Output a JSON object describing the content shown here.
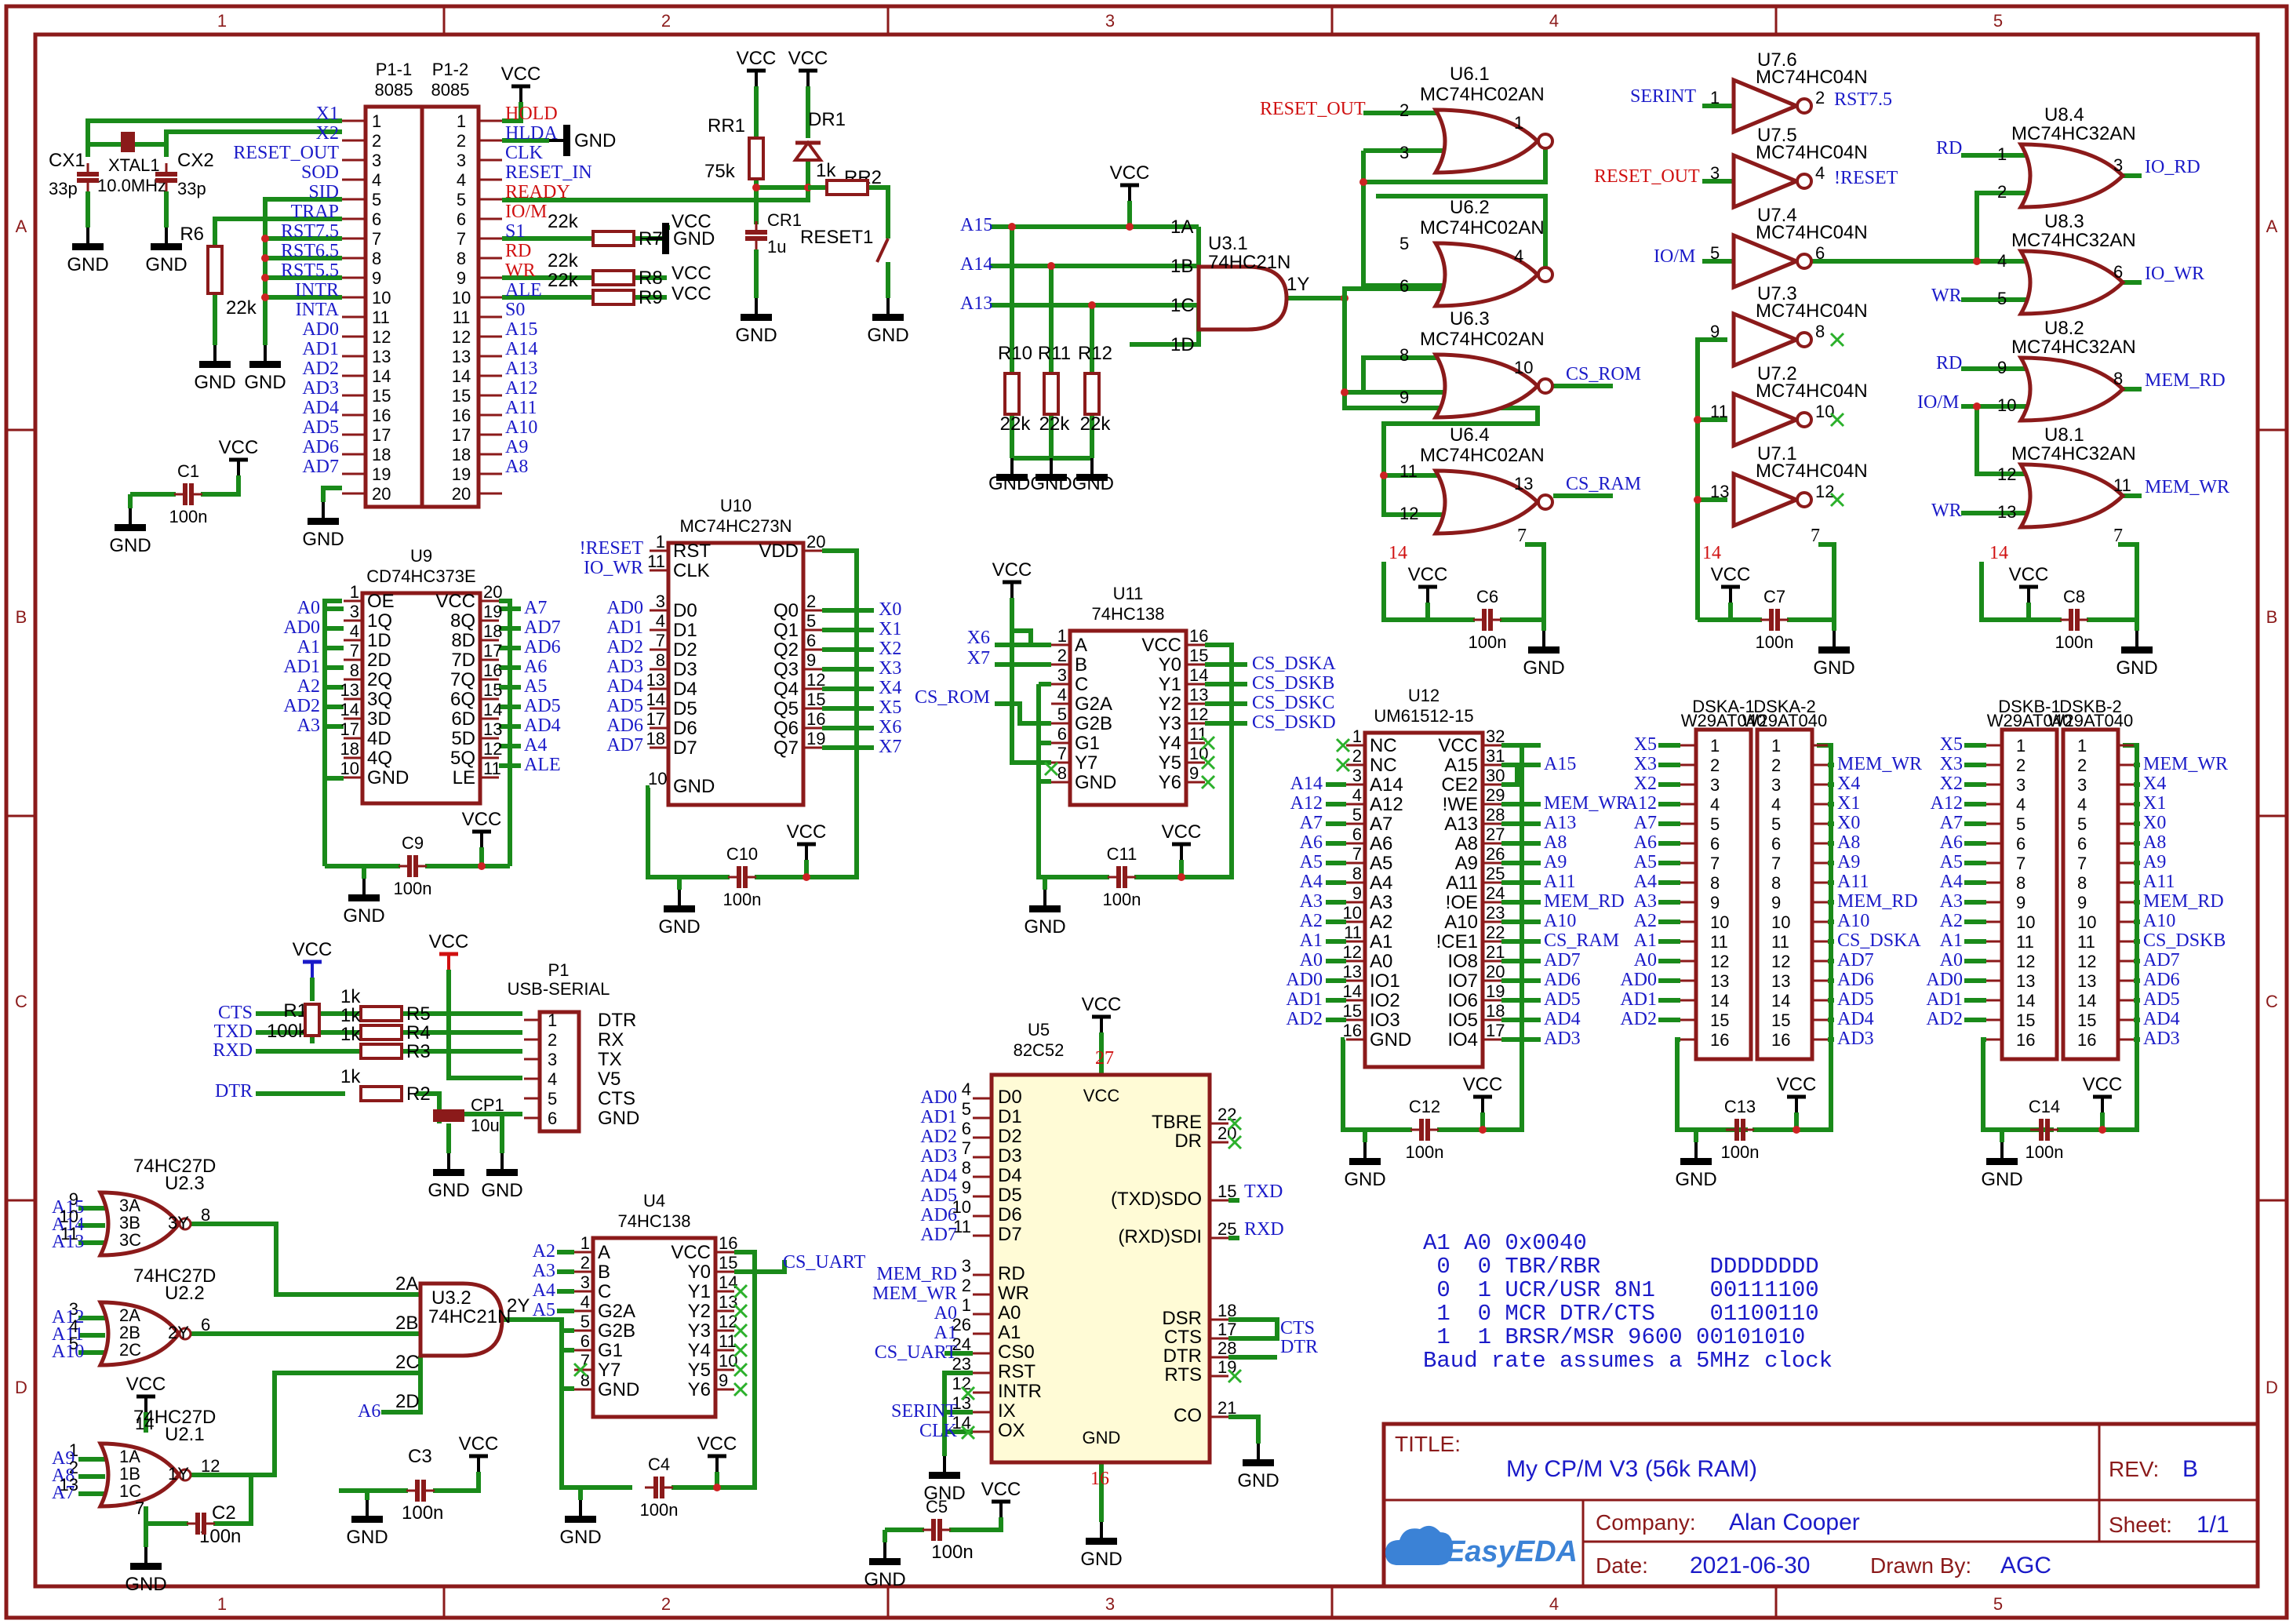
{
  "zones": {
    "columns": [
      "1",
      "2",
      "3",
      "4",
      "5"
    ],
    "rows": [
      "A",
      "B",
      "C",
      "D"
    ]
  },
  "title_block": {
    "title_label": "TITLE:",
    "title": "My CP/M V3 (56k RAM)",
    "rev_label": "REV:",
    "rev": "B",
    "company_label": "Company:",
    "company": "Alan Cooper",
    "sheet_label": "Sheet:",
    "sheet": "1/1",
    "date_label": "Date:",
    "date": "2021-06-30",
    "drawn_label": "Drawn By:",
    "drawn": "AGC",
    "logo": "EasyEDA"
  },
  "notes": {
    "lines": [
      "A1 A0 0x0040",
      " 0  0 TBR/RBR        DDDDDDDD",
      " 0  1 UCR/USR 8N1    00111100",
      " 1  0 MCR DTR/CTS    01100110",
      " 1  1 BRSR/MSR 9600 00101010",
      "Baud rate assumes a 5MHz clock"
    ]
  },
  "power": {
    "vcc": "VCC",
    "gnd": "GND"
  },
  "cpu": {
    "name_left": "P1-1",
    "name_right": "P1-2",
    "part": "8085",
    "left_pins": [
      "1",
      "2",
      "3",
      "4",
      "5",
      "6",
      "7",
      "8",
      "9",
      "10",
      "11",
      "12",
      "13",
      "14",
      "15",
      "16",
      "17",
      "18",
      "19",
      "20"
    ],
    "right_pins": [
      "1",
      "2",
      "3",
      "4",
      "5",
      "6",
      "7",
      "8",
      "9",
      "10",
      "11",
      "12",
      "13",
      "14",
      "15",
      "16",
      "17",
      "18",
      "19",
      "20"
    ],
    "left_nets": [
      "X1",
      "X2",
      "RESET_OUT",
      "SOD",
      "SID",
      "TRAP",
      "RST7.5",
      "RST6.5",
      "RST5.5",
      "INTR",
      "INTA",
      "AD0",
      "AD1",
      "AD2",
      "AD3",
      "AD4",
      "AD5",
      "AD6",
      "AD7",
      ""
    ],
    "right_nets": [
      "HOLD",
      "HLDA",
      "CLK",
      "RESET_IN",
      "READY",
      "IO/M",
      "S1",
      "RD",
      "WR",
      "ALE",
      "S0",
      "A15",
      "A14",
      "A13",
      "A12",
      "A11",
      "A10",
      "A9",
      "A8",
      ""
    ]
  },
  "crystal": {
    "cx1": "CX1",
    "cx1_val": "33p",
    "cx2": "CX2",
    "cx2_val": "33p",
    "xtal": "XTAL1",
    "xtal_val": "10.0MHz"
  },
  "r6": {
    "name": "R6",
    "val": "22k"
  },
  "r7": {
    "name": "R7",
    "val": "22k"
  },
  "r8": {
    "name": "R8",
    "val": "22k"
  },
  "r9": {
    "name": "R9",
    "val": "22k"
  },
  "c1": {
    "name": "C1",
    "val": "100n"
  },
  "reset": {
    "rr1": "RR1",
    "rr1_val": "75k",
    "dr1": "DR1",
    "cr1": "CR1",
    "cr1_val": "1u",
    "rr2": "RR2",
    "rr2_val": "1k",
    "sw": "RESET1"
  },
  "u3_1": {
    "name": "U3.1",
    "part": "74HC21N",
    "in_pins": [
      "1A",
      "1B",
      "1C",
      "1D"
    ],
    "out_pin": "1Y",
    "nets": [
      "A15",
      "A14",
      "A13"
    ],
    "r10": "R10",
    "r11": "R11",
    "r12": "R12",
    "r_val": "22k"
  },
  "u6": {
    "part": "MC74HC02AN",
    "gates": [
      {
        "name": "U6.1",
        "in": [
          "2",
          "3"
        ],
        "out": "1"
      },
      {
        "name": "U6.2",
        "in": [
          "5",
          "6"
        ],
        "out": "4"
      },
      {
        "name": "U6.3",
        "in": [
          "8",
          "9"
        ],
        "out": "10"
      },
      {
        "name": "U6.4",
        "in": [
          "11",
          "12"
        ],
        "out": "13"
      }
    ],
    "reset_out": "RESET_OUT",
    "cs_rom": "CS_ROM",
    "cs_ram": "CS_RAM",
    "vcc_pin": "14",
    "gnd_pin": "7",
    "c6": "C6",
    "c6_val": "100n"
  },
  "u7": {
    "part": "MC74HC04N",
    "gates": [
      {
        "name": "U7.6",
        "in": "1",
        "out": "2"
      },
      {
        "name": "U7.5",
        "in": "3",
        "out": "4"
      },
      {
        "name": "U7.4",
        "in": "5",
        "out": "6"
      },
      {
        "name": "U7.3",
        "in": "9",
        "out": "8"
      },
      {
        "name": "U7.2",
        "in": "11",
        "out": "10"
      },
      {
        "name": "U7.1",
        "in": "13",
        "out": "12"
      }
    ],
    "serint": "SERINT",
    "rst75": "RST7.5",
    "reset_out": "RESET_OUT",
    "nreset": "!RESET",
    "iom": "IO/M",
    "vcc_pin": "14",
    "gnd_pin": "7",
    "c7": "C7",
    "c7_val": "100n"
  },
  "u8": {
    "part": "MC74HC32AN",
    "gates": [
      {
        "name": "U8.4",
        "in": [
          "1",
          "2"
        ],
        "out": "3",
        "in_net": "RD",
        "out_net": "IO_RD"
      },
      {
        "name": "U8.3",
        "in": [
          "4",
          "5"
        ],
        "out": "6",
        "in_net": "WR",
        "out_net": "IO_WR"
      },
      {
        "name": "U8.2",
        "in": [
          "9",
          "10"
        ],
        "out": "8",
        "in_net": "RD",
        "in_net2": "IO/M",
        "out_net": "MEM_RD"
      },
      {
        "name": "U8.1",
        "in": [
          "12",
          "13"
        ],
        "out": "11",
        "in_net": "WR",
        "out_net": "MEM_WR"
      }
    ],
    "vcc_pin": "14",
    "gnd_pin": "7",
    "c8": "C8",
    "c8_val": "100n"
  },
  "u9": {
    "name": "U9",
    "part": "CD74HC373E",
    "left_pins": [
      "1",
      "3",
      "4",
      "7",
      "8",
      "13",
      "14",
      "17",
      "18"
    ],
    "left_labels": [
      "OE",
      "1Q",
      "1D",
      "2D",
      "2Q",
      "3Q",
      "3D",
      "4D",
      "4Q"
    ],
    "left_nets": [
      "A0",
      "AD0",
      "A1",
      "AD1",
      "A2",
      "AD2",
      "A3"
    ],
    "right_pins": [
      "20",
      "19",
      "18",
      "17",
      "16",
      "15",
      "14",
      "13",
      "12",
      "11"
    ],
    "right_labels": [
      "VCC",
      "8Q",
      "8D",
      "7D",
      "7Q",
      "6Q",
      "6D",
      "5D",
      "5Q",
      "LE"
    ],
    "right_nets": [
      "A7",
      "AD7",
      "AD6",
      "A6",
      "A5",
      "AD5",
      "AD4",
      "A4",
      "ALE"
    ],
    "gnd_pin": "10",
    "gnd_label": "GND",
    "c9": "C9",
    "c9_val": "100n"
  },
  "u10": {
    "name": "U10",
    "part": "MC74HC273N",
    "left_pins": [
      "1",
      "11",
      "3",
      "4",
      "7",
      "8",
      "13",
      "14",
      "17",
      "18"
    ],
    "left_labels": [
      "RST",
      "CLK",
      "D0",
      "D1",
      "D2",
      "D3",
      "D4",
      "D5",
      "D6",
      "D7"
    ],
    "left_nets": [
      "!RESET",
      "IO_WR",
      "AD0",
      "AD1",
      "AD2",
      "AD3",
      "AD4",
      "AD5",
      "AD6",
      "AD7"
    ],
    "right_pins": [
      "20",
      "2",
      "5",
      "6",
      "9",
      "12",
      "15",
      "16",
      "19"
    ],
    "right_labels": [
      "VDD",
      "Q0",
      "Q1",
      "Q2",
      "Q3",
      "Q4",
      "Q5",
      "Q6",
      "Q7"
    ],
    "right_nets": [
      "X0",
      "X1",
      "X2",
      "X3",
      "X4",
      "X5",
      "X6",
      "X7"
    ],
    "gnd_pin": "10",
    "gnd_label": "GND",
    "c10": "C10",
    "c10_val": "100n"
  },
  "u11": {
    "name": "U11",
    "part": "74HC138",
    "left_pins": [
      "1",
      "2",
      "3",
      "4",
      "5",
      "6",
      "7"
    ],
    "left_labels": [
      "A",
      "B",
      "C",
      "G2A",
      "G2B",
      "G1",
      "Y7"
    ],
    "left_nets": [
      "X6",
      "X7",
      "CS_ROM"
    ],
    "right_pins": [
      "16",
      "15",
      "14",
      "13",
      "12",
      "11",
      "10",
      "9"
    ],
    "right_labels": [
      "VCC",
      "Y0",
      "Y1",
      "Y2",
      "Y3",
      "Y4",
      "Y5",
      "Y6"
    ],
    "right_nets": [
      "CS_DSKA",
      "CS_DSKB",
      "CS_DSKC",
      "CS_DSKD"
    ],
    "gnd_pin": "8",
    "gnd_label": "GND",
    "c11": "C11",
    "c11_val": "100n"
  },
  "u12": {
    "name": "U12",
    "part": "UM61512-15",
    "left_pins": [
      "1",
      "2",
      "3",
      "4",
      "5",
      "6",
      "7",
      "8",
      "9",
      "10",
      "11",
      "12",
      "13",
      "14",
      "15",
      "16"
    ],
    "left_labels": [
      "NC",
      "NC",
      "A14",
      "A12",
      "A7",
      "A6",
      "A5",
      "A4",
      "A3",
      "A2",
      "A1",
      "A0",
      "IO1",
      "IO2",
      "IO3",
      "GND"
    ],
    "left_nets": [
      "",
      "",
      "A14",
      "A12",
      "A7",
      "A6",
      "A5",
      "A4",
      "A3",
      "A2",
      "A1",
      "A0",
      "AD0",
      "AD1",
      "AD2",
      ""
    ],
    "right_pins": [
      "32",
      "31",
      "30",
      "29",
      "28",
      "27",
      "26",
      "25",
      "24",
      "23",
      "22",
      "21",
      "20",
      "19",
      "18",
      "17"
    ],
    "right_labels": [
      "VCC",
      "A15",
      "CE2",
      "!WE",
      "A13",
      "A8",
      "A9",
      "A11",
      "!OE",
      "A10",
      "!CE1",
      "IO8",
      "IO7",
      "IO6",
      "IO5",
      "IO4"
    ],
    "right_nets": [
      "",
      "A15",
      "",
      "MEM_WR",
      "A13",
      "A8",
      "A9",
      "A11",
      "MEM_RD",
      "A10",
      "CS_RAM",
      "AD7",
      "AD6",
      "AD5",
      "AD4",
      "AD3"
    ],
    "c12": "C12",
    "c12_val": "100n"
  },
  "dska": {
    "name1": "DSKA-1",
    "name2": "DSKA-2",
    "part": "W29AT040",
    "left_nets": [
      "X5",
      "X3",
      "X2",
      "A12",
      "A7",
      "A6",
      "A5",
      "A4",
      "A3",
      "A2",
      "A1",
      "A0",
      "AD0",
      "AD1",
      "AD2",
      ""
    ],
    "right_nets": [
      "",
      "MEM_WR",
      "X4",
      "X1",
      "X0",
      "A8",
      "A9",
      "A11",
      "MEM_RD",
      "A10",
      "CS_DSKA",
      "AD7",
      "AD6",
      "AD5",
      "AD4",
      "AD3"
    ],
    "c13": "C13",
    "c13_val": "100n"
  },
  "dskb": {
    "name1": "DSKB-1",
    "name2": "DSKB-2",
    "part": "W29AT040",
    "left_nets": [
      "X5",
      "X3",
      "X2",
      "A12",
      "A7",
      "A6",
      "A5",
      "A4",
      "A3",
      "A2",
      "A1",
      "A0",
      "AD0",
      "AD1",
      "AD2",
      ""
    ],
    "right_nets": [
      "",
      "MEM_WR",
      "X4",
      "X1",
      "X0",
      "A8",
      "A9",
      "A11",
      "MEM_RD",
      "A10",
      "CS_DSKB",
      "AD7",
      "AD6",
      "AD5",
      "AD4",
      "AD3"
    ],
    "c14": "C14",
    "c14_val": "100n"
  },
  "usb": {
    "name": "P1",
    "part": "USB-SERIAL",
    "pins": [
      "1",
      "2",
      "3",
      "4",
      "5",
      "6"
    ],
    "labels": [
      "DTR",
      "RX",
      "TX",
      "V5",
      "CTS",
      "GND"
    ],
    "nets": [
      "CTS",
      "TXD",
      "RXD",
      "DTR"
    ],
    "r1": "R1",
    "r1_val": "100k",
    "r5": "R5",
    "r4": "R4",
    "r3": "R3",
    "r2": "R2",
    "r_val": "1k",
    "cp1": "CP1",
    "cp1_val": "10u"
  },
  "u2": {
    "part": "74HC27D",
    "gates": [
      {
        "name": "U2.3",
        "in": [
          "A15",
          "A14",
          "A13"
        ],
        "pins": [
          "9",
          "10",
          "11"
        ],
        "pin_labels": [
          "3A",
          "3B",
          "3C"
        ],
        "out_pin": "8",
        "out_label": "3Y"
      },
      {
        "name": "U2.2",
        "in": [
          "A12",
          "A11",
          "A10"
        ],
        "pins": [
          "3",
          "4",
          "5"
        ],
        "pin_labels": [
          "2A",
          "2B",
          "2C"
        ],
        "out_pin": "6",
        "out_label": "2Y"
      },
      {
        "name": "U2.1",
        "in": [
          "A9",
          "A8",
          "A7"
        ],
        "pins": [
          "1",
          "2",
          "13"
        ],
        "pin_labels": [
          "1A",
          "1B",
          "1C"
        ],
        "out_pin": "12",
        "out_label": "1Y"
      }
    ],
    "vcc_pin": "14",
    "gnd_pin": "7",
    "c2": "C2",
    "c2_val": "100n"
  },
  "u3_2": {
    "name": "U3.2",
    "part": "74HC21N",
    "in_pins": [
      "2A",
      "2B",
      "2C",
      "2D"
    ],
    "out_pin": "2Y",
    "a6": "A6",
    "c3": "C3",
    "c3_val": "100n"
  },
  "u4": {
    "name": "U4",
    "part": "74HC138",
    "left_pins": [
      "1",
      "2",
      "3",
      "4",
      "5",
      "6",
      "7"
    ],
    "left_labels": [
      "A",
      "B",
      "C",
      "G2A",
      "G2B",
      "G1",
      "Y7"
    ],
    "left_nets": [
      "A2",
      "A3",
      "A4",
      "A5"
    ],
    "right_pins": [
      "16",
      "15",
      "14",
      "13",
      "12",
      "11",
      "10",
      "9"
    ],
    "right_labels": [
      "VCC",
      "Y0",
      "Y1",
      "Y2",
      "Y3",
      "Y4",
      "Y5",
      "Y6"
    ],
    "cs_uart": "CS_UART",
    "gnd_pin": "8",
    "gnd_label": "GND",
    "c4": "C4",
    "c4_val": "100n"
  },
  "u5": {
    "name": "U5",
    "part": "82C52",
    "left_pins": [
      "4",
      "5",
      "6",
      "7",
      "8",
      "9",
      "10",
      "11",
      "3",
      "2",
      "1",
      "26",
      "24",
      "23",
      "12",
      "13",
      "14"
    ],
    "left_labels": [
      "D0",
      "D1",
      "D2",
      "D3",
      "D4",
      "D5",
      "D6",
      "D7",
      "RD",
      "WR",
      "A0",
      "A1",
      "CS0",
      "RST",
      "INTR",
      "IX",
      "OX"
    ],
    "left_nets": [
      "AD0",
      "AD1",
      "AD2",
      "AD3",
      "AD4",
      "AD5",
      "AD6",
      "AD7",
      "MEM_RD",
      "MEM_WR",
      "A0",
      "A1",
      "CS_UART",
      "SERINT",
      "CLK"
    ],
    "right_pins": [
      "22",
      "20",
      "15",
      "25",
      "18",
      "17",
      "28",
      "19",
      "21"
    ],
    "right_labels": [
      "TBRE",
      "DR",
      "(TXD)SDO",
      "(RXD)SDI",
      "DSR",
      "CTS",
      "DTR",
      "RTS",
      "CO"
    ],
    "right_nets": [
      "TXD",
      "RXD",
      "CTS",
      "DTR"
    ],
    "vcc_pin": "27",
    "vcc_label": "VCC",
    "gnd_pin": "16",
    "gnd_label": "GND",
    "c5": "C5",
    "c5_val": "100n"
  }
}
